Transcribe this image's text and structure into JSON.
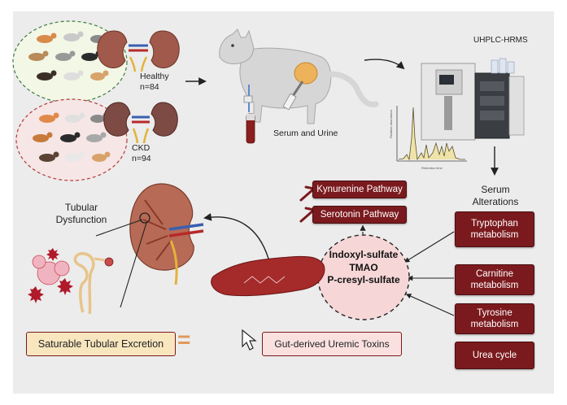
{
  "groups": {
    "healthy": {
      "label": "Healthy",
      "count": "n=84"
    },
    "ckd": {
      "label": "CKD",
      "count": "n=94"
    }
  },
  "sampling": {
    "label": "Serum and Urine"
  },
  "instrument": {
    "label": "UHPLC-HRMS",
    "chromatogram_ylabel": "Relative abundance",
    "chromatogram_xlabel": "Retention time"
  },
  "serum_alterations": {
    "title_line1": "Serum",
    "title_line2": "Alterations"
  },
  "pathways": [
    {
      "label": "Kynurenine Pathway"
    },
    {
      "label": "Serotonin Pathway"
    }
  ],
  "metabolism": [
    {
      "line1": "Tryptophan",
      "line2": "metabolism"
    },
    {
      "line1": "Carnitine",
      "line2": "metabolism"
    },
    {
      "line1": "Tyrosine",
      "line2": "metabolism"
    },
    {
      "line1": "Urea cycle",
      "line2": ""
    }
  ],
  "toxins": [
    "Indoxyl-sulfate",
    "TMAO",
    "P-cresyl-sulfate"
  ],
  "tubular": {
    "line1": "Tubular",
    "line2": "Dysfunction"
  },
  "saturable": {
    "label": "Saturable Tubular Excretion",
    "equals": "="
  },
  "gut": {
    "label": "Gut-derived Uremic Toxins"
  },
  "colors": {
    "dark_red": "#7b1a1e",
    "pink": "#fbe0e0",
    "beige": "#f8e6bf",
    "panel": "#ececec"
  }
}
